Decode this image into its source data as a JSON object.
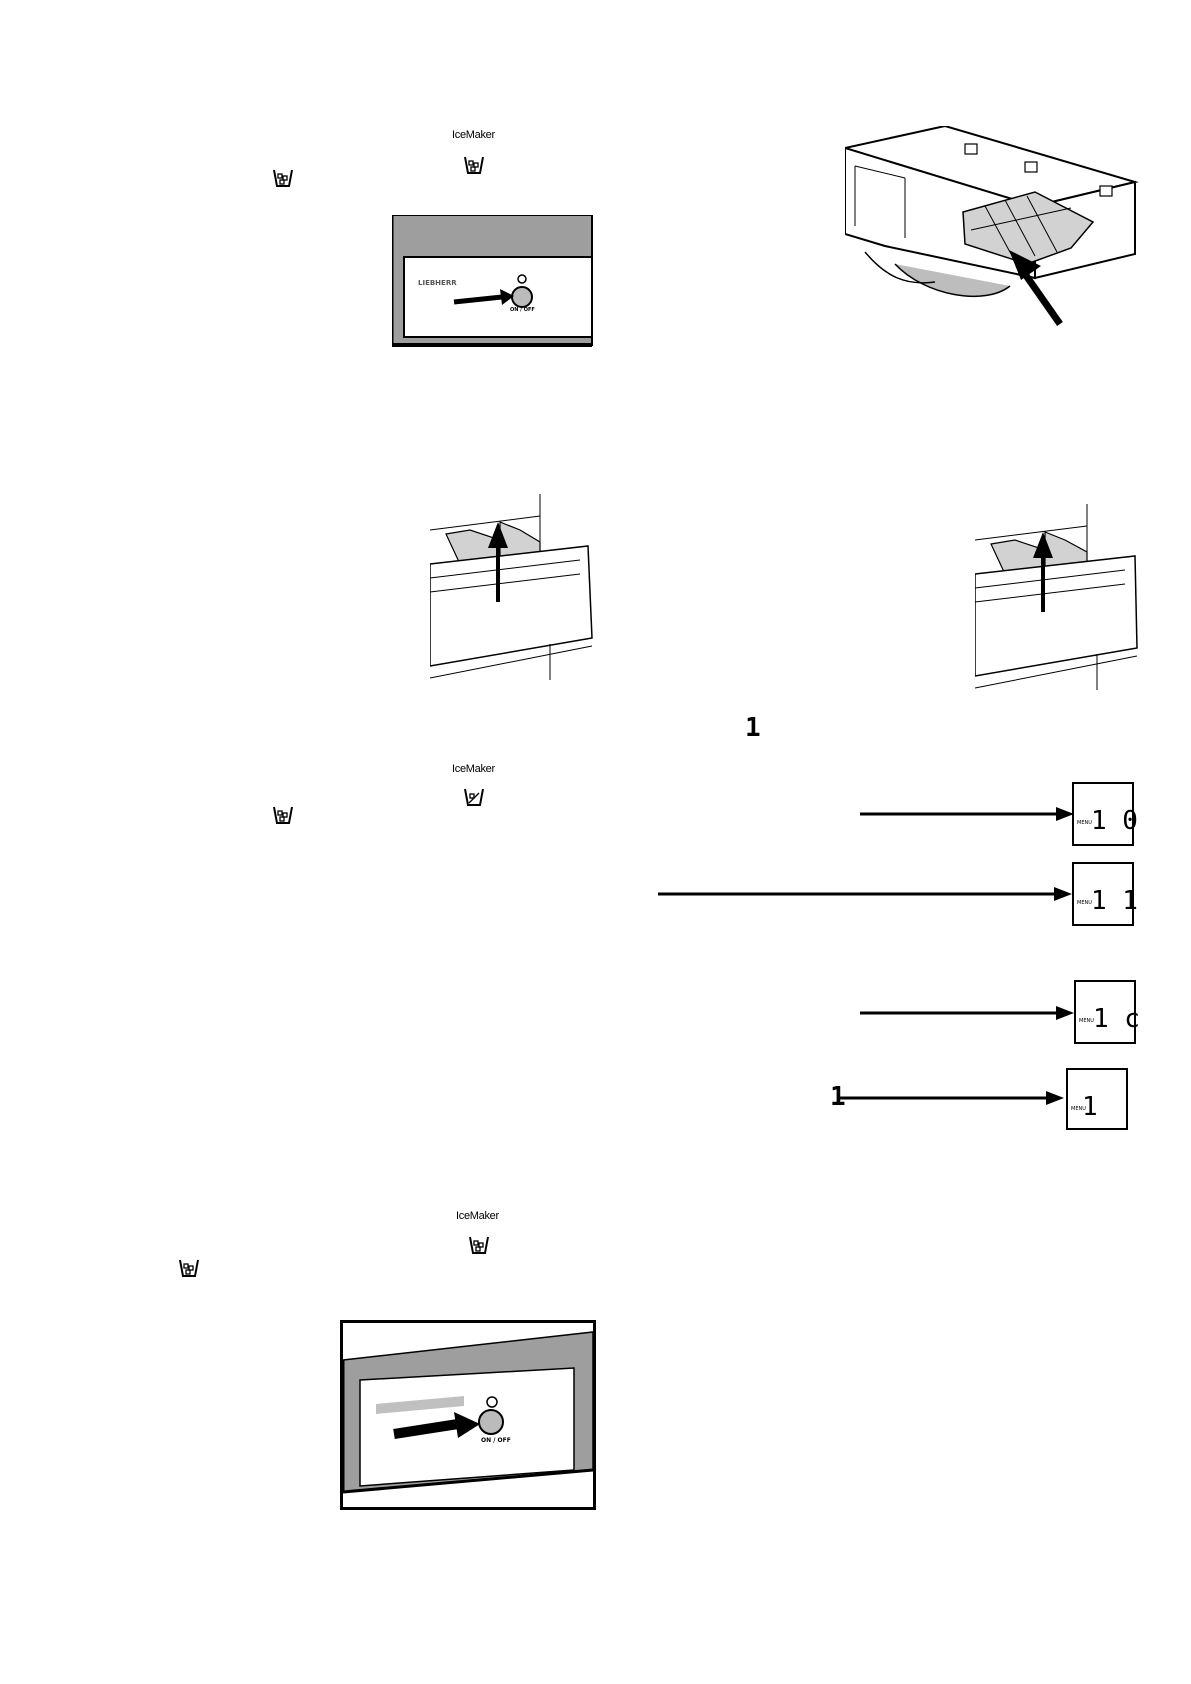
{
  "icemaker_label": "IceMaker",
  "panel": {
    "brand": "LIEBHERR",
    "button_label": "ON / OFF",
    "button_label_2": "ON / OFF"
  },
  "step_glyph": "1",
  "displays": [
    {
      "menu": "MENU",
      "value": "1 0"
    },
    {
      "menu": "MENU",
      "value": "1 1"
    },
    {
      "menu": "MENU",
      "value": "1 c"
    },
    {
      "menu": "MENU",
      "value": "1"
    }
  ],
  "colors": {
    "gray_panel": "#9e9e9e",
    "light_gray": "#d2d2d2",
    "line": "#000000"
  }
}
